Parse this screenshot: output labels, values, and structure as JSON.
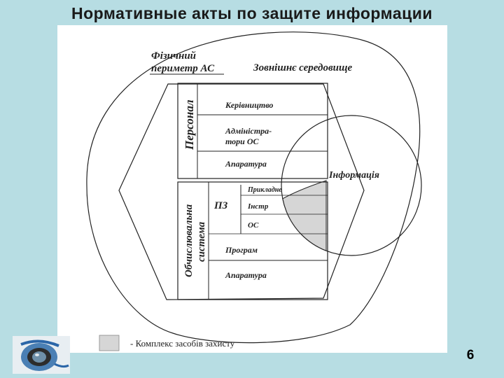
{
  "slide": {
    "title": "Нормативные акты по защите информации",
    "page_number": "6"
  },
  "diagram": {
    "physical_perimeter": [
      "Фізичний",
      "периметр АС"
    ],
    "external_environment": "Зовнішнє середовище",
    "personnel": "Персонал",
    "personnel_items": {
      "management": "Керівництво",
      "administrators": [
        "Адміністра-",
        "тори ОС"
      ],
      "hardware": "Апаратура"
    },
    "computing_system": [
      "Обчислювальна",
      "система"
    ],
    "software_short": "ПЗ",
    "software_items": {
      "applied": "Прикладне",
      "instrumental": "Інстр",
      "os": "ОС",
      "programmers": "Програм",
      "hardware": "Апаратура"
    },
    "information": "Інформація",
    "legend_label": "- Комплекс засобів захисту"
  },
  "colors": {
    "background": "#b7dde3",
    "panel": "#ffffff",
    "protection_fill": "#d6d6d6"
  }
}
